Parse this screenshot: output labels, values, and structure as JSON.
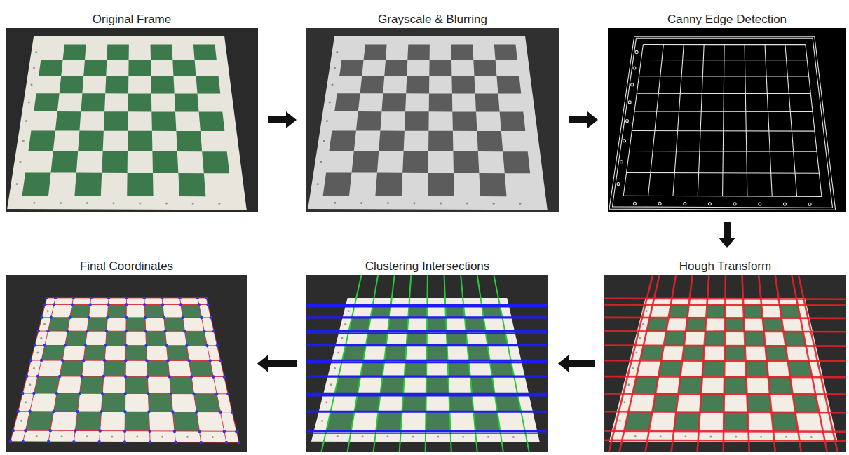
{
  "diagram": {
    "nodes": [
      {
        "text": [
          "Original Frame"
        ]
      },
      {
        "text": [
          "Grayscale & Blurring"
        ]
      },
      {
        "text": [
          "Canny Edge Detection"
        ]
      },
      {
        "text": [
          "Final Coordinates"
        ]
      },
      {
        "text": [
          "Clustering Intersections"
        ]
      },
      {
        "text": [
          "Hough Transform"
        ]
      }
    ],
    "edges": [
      {
        "from": 0,
        "to": 1,
        "arrow": "to"
      },
      {
        "from": 1,
        "to": 2,
        "arrow": "to"
      },
      {
        "from": 2,
        "to": 5,
        "arrow": "to"
      },
      {
        "from": 5,
        "to": 4,
        "arrow": "to"
      },
      {
        "from": 4,
        "to": 3,
        "arrow": "to"
      }
    ]
  }
}
